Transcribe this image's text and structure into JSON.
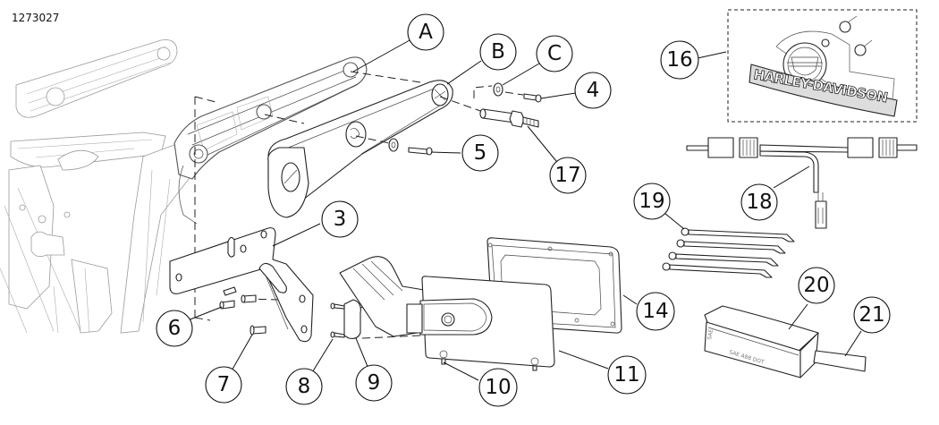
{
  "diagram": {
    "id": "1273027",
    "subject": "License plate bracket / rear fender assembly exploded view",
    "callouts": [
      {
        "label": "A",
        "part": "swingarm"
      },
      {
        "label": "B",
        "part": "swingarm-pivot-bore"
      },
      {
        "label": "C",
        "part": "washer"
      },
      {
        "label": "4",
        "part": "screw"
      },
      {
        "label": "5",
        "part": "screw"
      },
      {
        "label": "17",
        "part": "axle-stud"
      },
      {
        "label": "3",
        "part": "mounting-bracket"
      },
      {
        "label": "6",
        "part": "screws"
      },
      {
        "label": "7",
        "part": "fastener"
      },
      {
        "label": "8",
        "part": "screws"
      },
      {
        "label": "9",
        "part": "lamp-bracket"
      },
      {
        "label": "10",
        "part": "plate-screws"
      },
      {
        "label": "11",
        "part": "license-plate-backing"
      },
      {
        "label": "14",
        "part": "license-plate-frame"
      },
      {
        "label": "16",
        "part": "emblem"
      },
      {
        "label": "18",
        "part": "wiring-harness"
      },
      {
        "label": "19",
        "part": "cable-ties"
      },
      {
        "label": "20",
        "part": "reflector-lamp"
      },
      {
        "label": "21",
        "part": "lamp-stem"
      }
    ],
    "emblem_text": "HARLEY-DAVIDSON",
    "lamp_markings": {
      "side": "SAE",
      "front": "SAE  A88  DOT"
    }
  }
}
